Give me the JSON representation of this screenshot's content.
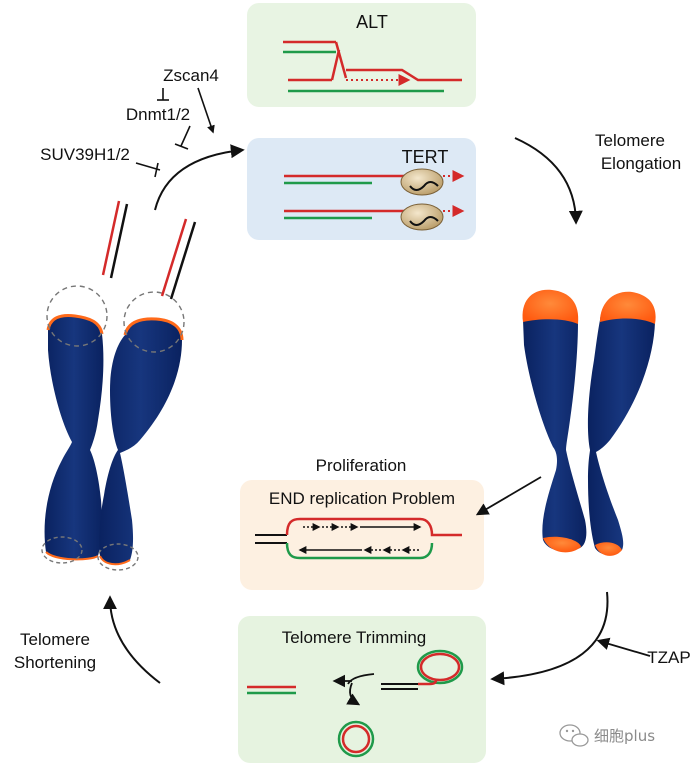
{
  "labels": {
    "alt": "ALT",
    "tert": "TERT",
    "elongation_line1": "Telomere",
    "elongation_line2": "Elongation",
    "zscan4": "Zscan4",
    "dnmt": "Dnmt1/2",
    "suv": "SUV39H1/2",
    "proliferation": "Proliferation",
    "end_replication": "END replication Problem",
    "trimming": "Telomere Trimming",
    "tzap": "TZAP",
    "shortening_line1": "Telomere",
    "shortening_line2": "Shortening",
    "watermark": "细胞plus"
  },
  "colors": {
    "red_strand": "#d42a2a",
    "green_strand": "#1f9a4a",
    "chromosome": "#0f2c6b",
    "telomere": "#ff6a1a",
    "alt_panel": "#e8f4e3",
    "tert_panel": "#dde9f5",
    "end_panel": "#fdf0e1",
    "trim_panel": "#e6f3e0"
  },
  "icons": {
    "watermark": "wechat-logo-icon"
  }
}
